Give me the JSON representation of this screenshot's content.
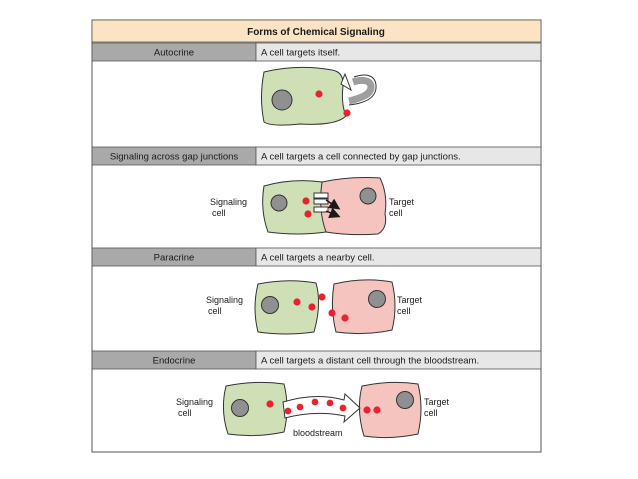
{
  "title": "Forms of Chemical Signaling",
  "colors": {
    "header_bg": "#fbe3c3",
    "label_bg": "#a9a9a9",
    "desc_bg": "#e7e7e7",
    "signaling_cell": "#cfe0b7",
    "target_cell": "#f6c4bf",
    "nucleus": "#909090",
    "ligand": "#e8232f",
    "outline": "#333333"
  },
  "rows": [
    {
      "label": "Autocrine",
      "description": "A cell targets itself."
    },
    {
      "label": "Signaling across gap junctions",
      "description": "A cell targets a cell connected by gap junctions."
    },
    {
      "label": "Paracrine",
      "description": "A cell targets a nearby cell."
    },
    {
      "label": "Endocrine",
      "description": "A cell targets a distant cell through the bloodstream."
    }
  ],
  "cell_labels": {
    "signaling_line1": "Signaling",
    "signaling_line2": "cell",
    "target_line1": "Target",
    "target_line2": "cell"
  },
  "bloodstream_label": "bloodstream"
}
